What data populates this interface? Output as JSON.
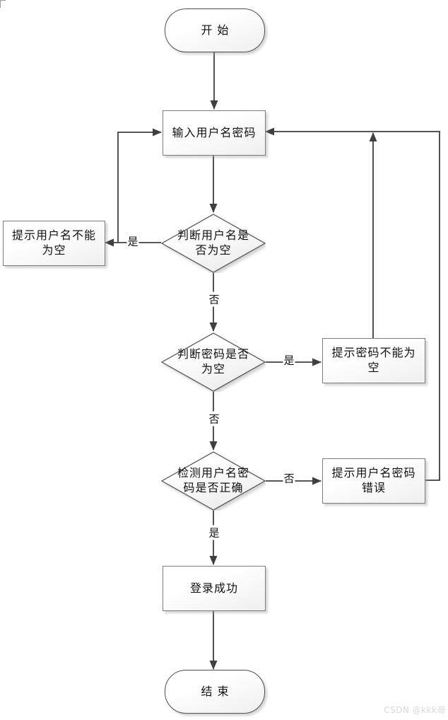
{
  "nodes": {
    "start": {
      "label": "开始",
      "type": "terminator"
    },
    "input": {
      "label": "输入用户名密码",
      "type": "process"
    },
    "check_username": {
      "label": "判断用户名是否为空",
      "type": "decision"
    },
    "prompt_username_empty": {
      "label": "提示用户名不能为空",
      "type": "process"
    },
    "check_password": {
      "label": "判断密码是否为空",
      "type": "decision"
    },
    "prompt_password_empty": {
      "label": "提示密码不能为空",
      "type": "process"
    },
    "check_credentials": {
      "label": "检测用户名密码是否正确",
      "type": "decision"
    },
    "prompt_credentials_error": {
      "label": "提示用户名密码错误",
      "type": "process"
    },
    "login_success": {
      "label": "登录成功",
      "type": "process"
    },
    "end": {
      "label": "结束",
      "type": "terminator"
    }
  },
  "edges": [
    {
      "from": "start",
      "to": "input",
      "label": ""
    },
    {
      "from": "input",
      "to": "check_username",
      "label": ""
    },
    {
      "from": "check_username",
      "to": "prompt_username_empty",
      "label": "是"
    },
    {
      "from": "prompt_username_empty",
      "to": "input",
      "label": ""
    },
    {
      "from": "check_username",
      "to": "check_password",
      "label": "否"
    },
    {
      "from": "check_password",
      "to": "prompt_password_empty",
      "label": "是"
    },
    {
      "from": "prompt_password_empty",
      "to": "input",
      "label": ""
    },
    {
      "from": "check_password",
      "to": "check_credentials",
      "label": "否"
    },
    {
      "from": "check_credentials",
      "to": "prompt_credentials_error",
      "label": "否"
    },
    {
      "from": "prompt_credentials_error",
      "to": "input",
      "label": ""
    },
    {
      "from": "check_credentials",
      "to": "login_success",
      "label": "是"
    },
    {
      "from": "login_success",
      "to": "end",
      "label": ""
    }
  ],
  "watermark": "CSDN @kkk哥",
  "colors": {
    "line": "#3f3f3f",
    "terminator_border": "#4f4f4f",
    "process_border": "#7d7d7d",
    "fill_top": "#ffffff",
    "fill_bottom": "#efefef",
    "watermark": "#d9d9d9"
  }
}
